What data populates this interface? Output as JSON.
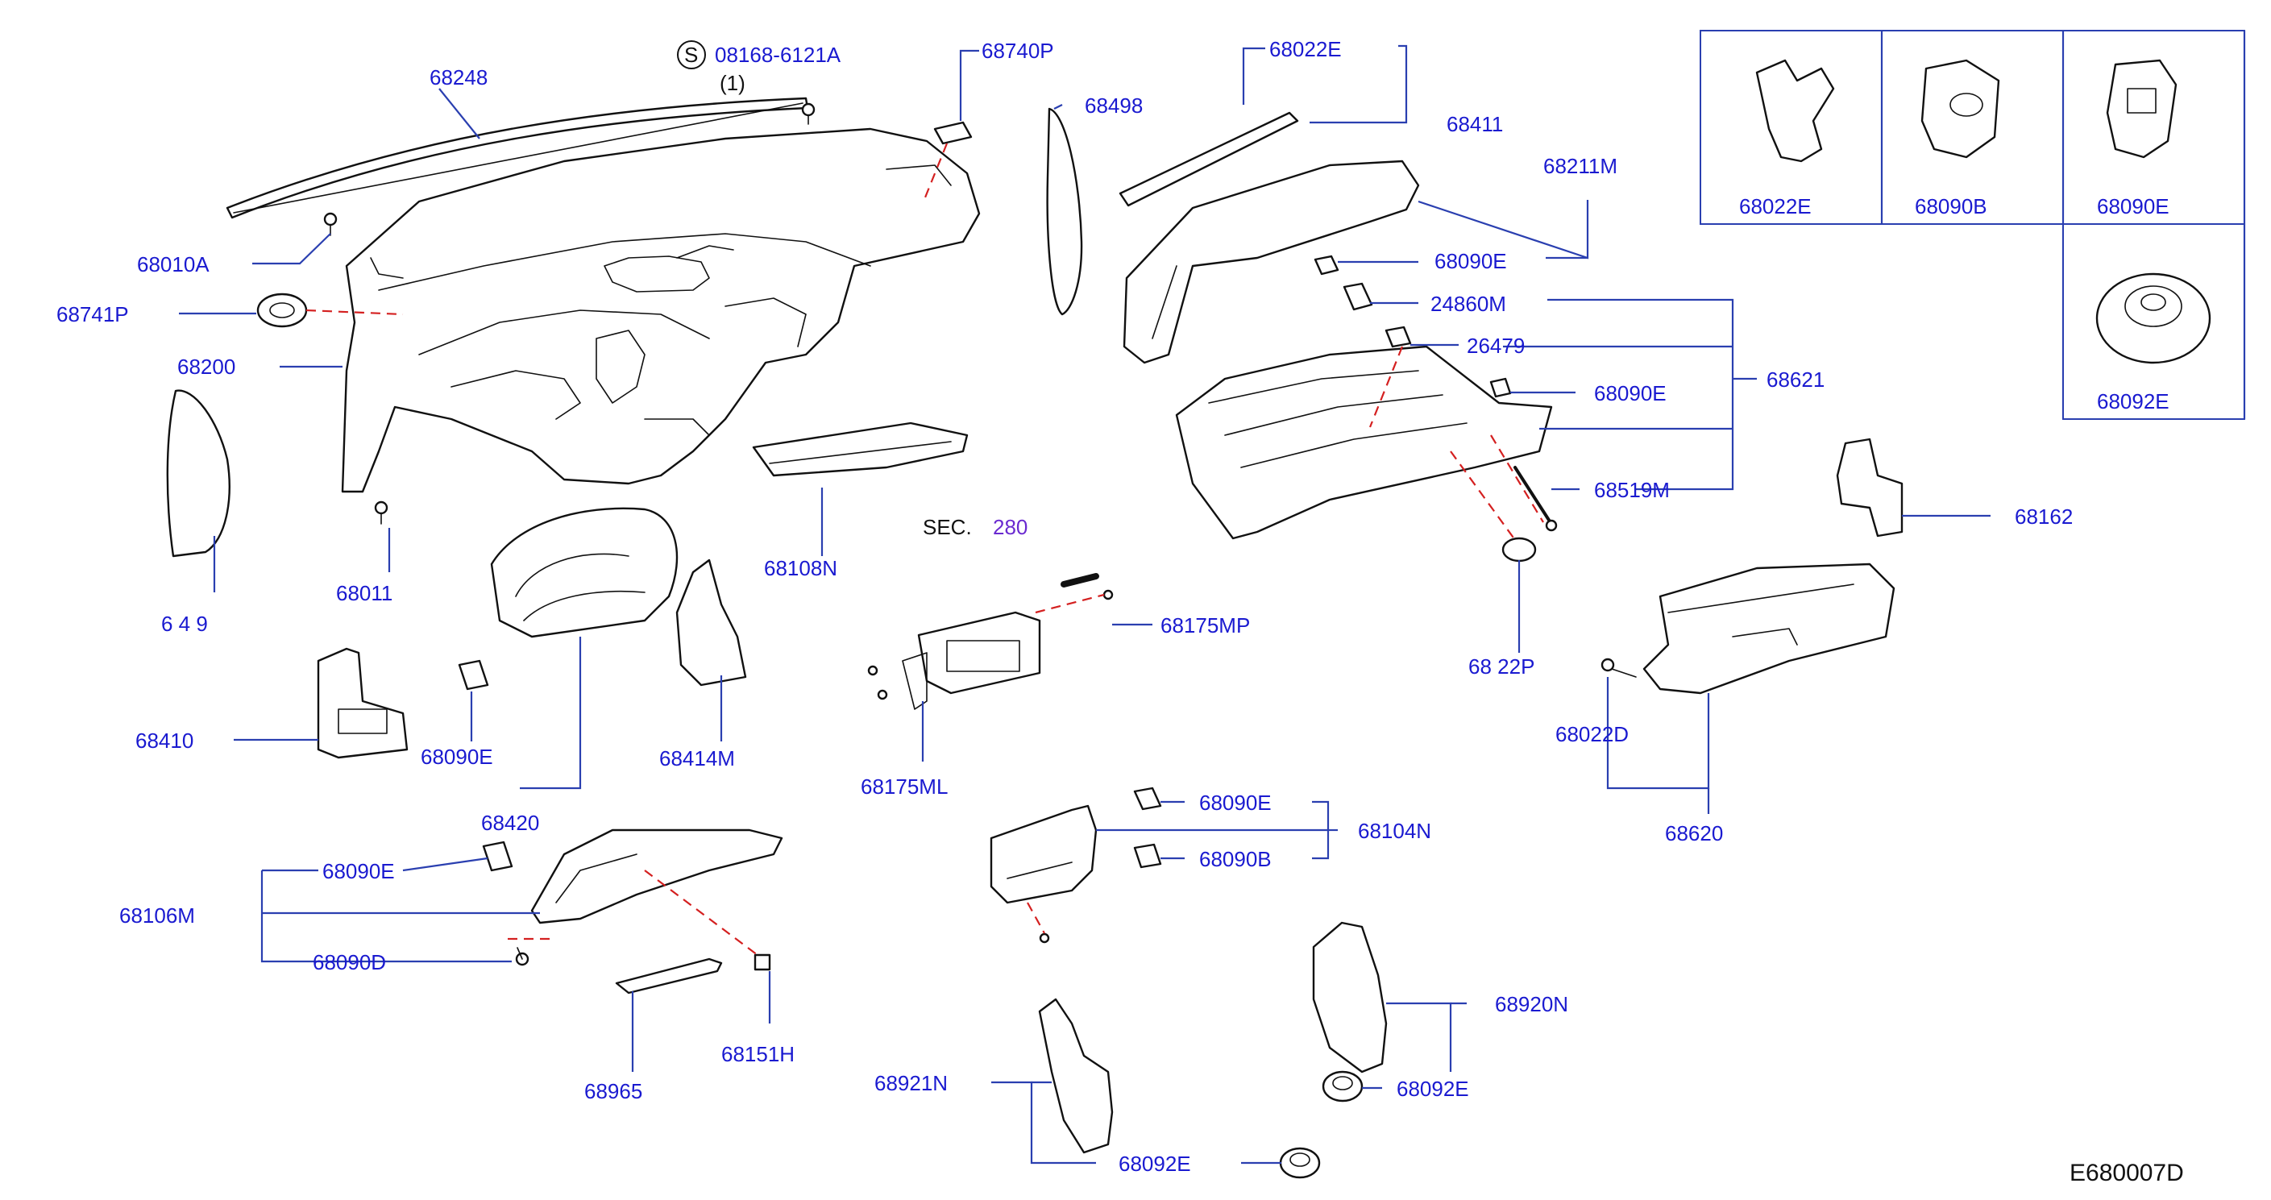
{
  "diagram_code": "E680007D",
  "section_ref": {
    "prefix": "SEC.",
    "number": "280"
  },
  "standard_part": {
    "symbol": "S",
    "code": "08168-6121A",
    "qty": "(1)"
  },
  "labels": {
    "p68248": "68248",
    "p68010A": "68010A",
    "p68741P": "68741P",
    "p68200": "68200",
    "p68409": "6 4 9",
    "p68011": "68011",
    "p68740P": "68740P",
    "p68498": "68498",
    "p68108N": "68108N",
    "p68022E_top": "68022E",
    "p68411": "68411",
    "p68211M": "68211M",
    "p68090E_upper": "68090E",
    "p24860M": "24860M",
    "p26479": "26479",
    "p68090E_glove": "68090E",
    "p68621": "68621",
    "p68519M": "68519M",
    "p68022P": "68 22P",
    "p68162": "68162",
    "p68022D": "68022D",
    "p68620": "68620",
    "p68175MP": "68175MP",
    "p68175ML": "68175ML",
    "p68410": "68410",
    "p68090E_cluster": "68090E",
    "p68414M": "68414M",
    "p68420": "68420",
    "p68090E_lower": "68090E",
    "p68106M": "68106M",
    "p68090D": "68090D",
    "p68965": "68965",
    "p68151H": "68151H",
    "p68090E_bracket": "68090E",
    "p68090B_bracket": "68090B",
    "p68104N": "68104N",
    "p68920N": "68920N",
    "p68092E_side": "68092E",
    "p68921N": "68921N",
    "p68092E_bottom": "68092E"
  },
  "inset_grid": {
    "cells": [
      {
        "label": "68022E"
      },
      {
        "label": "68090B"
      },
      {
        "label": "68090E"
      },
      {
        "label": "68092E"
      }
    ]
  },
  "colors": {
    "label": "#1a1ad0",
    "leader": "#2a3fb0",
    "dashed_leader": "#d42020",
    "section_number": "#6a2ad0"
  }
}
